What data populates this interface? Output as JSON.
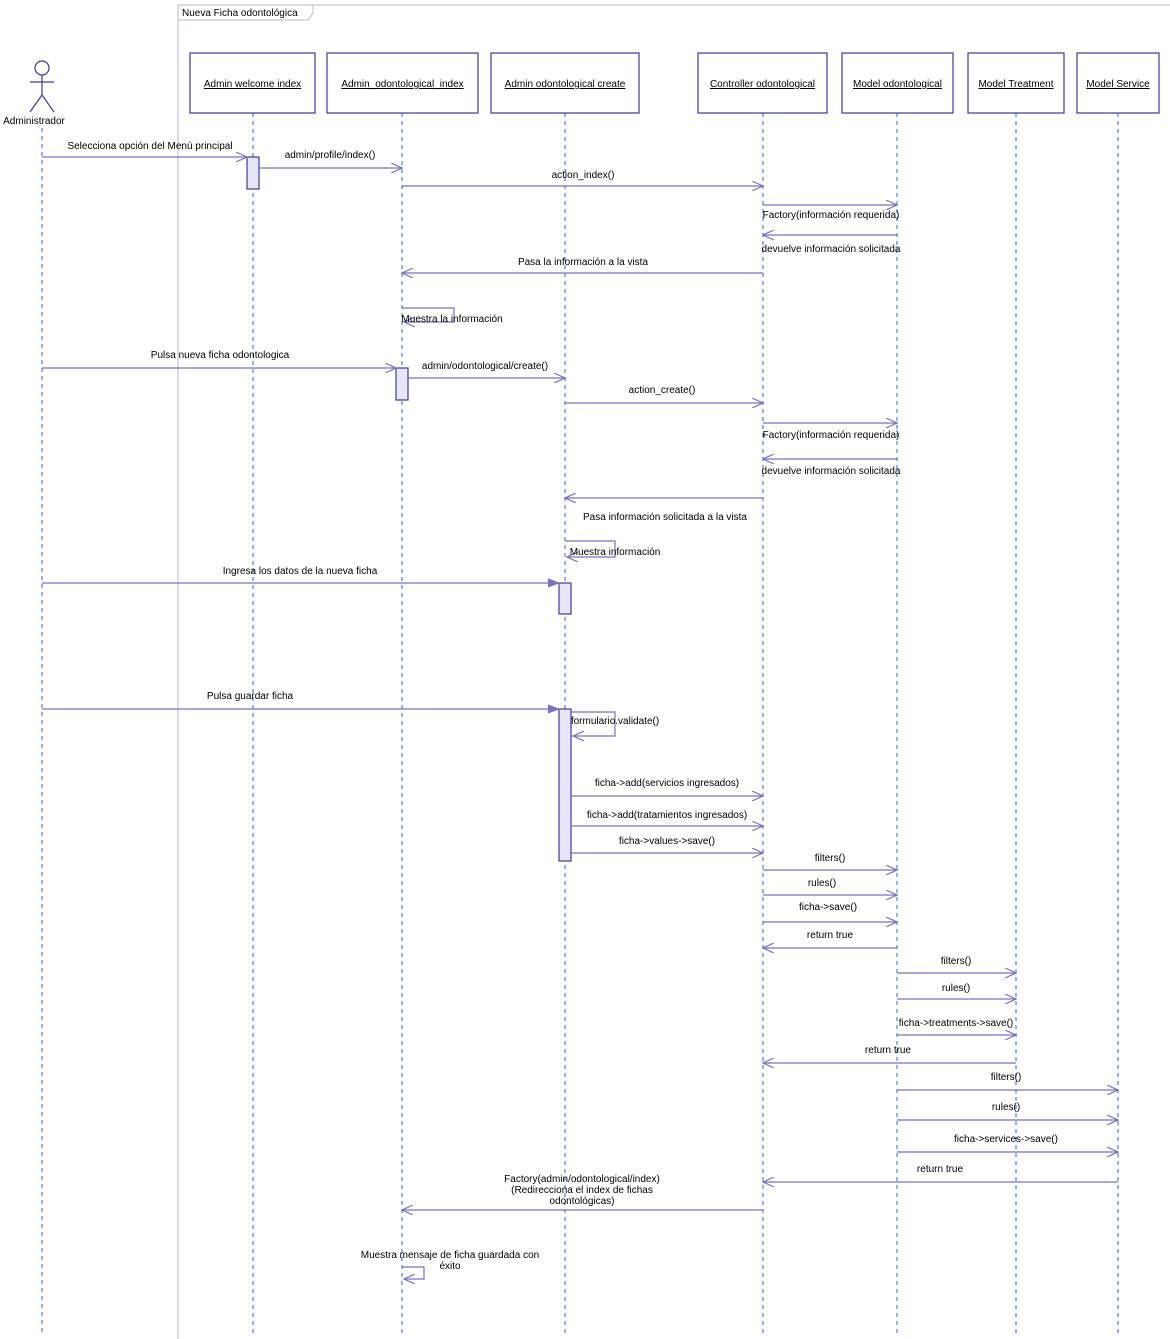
{
  "frame_title": "Nueva Ficha odontológica",
  "actor": {
    "name": "Administrador"
  },
  "lifelines": [
    {
      "id": "welcome",
      "label": "Admin welcome index"
    },
    {
      "id": "odoIndex",
      "label": "Admin_odontological_index"
    },
    {
      "id": "odoCreate",
      "label": "Admin odontological create"
    },
    {
      "id": "controller",
      "label": "Controller odontological"
    },
    {
      "id": "modelOdo",
      "label": "Model odontological"
    },
    {
      "id": "modelTreat",
      "label": "Model Treatment"
    },
    {
      "id": "modelServ",
      "label": "Model Service"
    }
  ],
  "messages": [
    {
      "from": "actor",
      "to": "welcome",
      "label": "Selecciona opción del Menú principal",
      "kind": "call"
    },
    {
      "from": "welcome",
      "to": "odoIndex",
      "label": "admin/profile/index()",
      "kind": "call"
    },
    {
      "from": "odoIndex",
      "to": "controller",
      "label": "action_index()",
      "kind": "call"
    },
    {
      "from": "controller",
      "to": "modelOdo",
      "label": "Factory(información requerida)",
      "kind": "call"
    },
    {
      "from": "modelOdo",
      "to": "controller",
      "label": "devuelve información solicitada",
      "kind": "return"
    },
    {
      "from": "controller",
      "to": "odoIndex",
      "label": "Pasa la información a la vista",
      "kind": "return"
    },
    {
      "from": "odoIndex",
      "to": "odoIndex",
      "label": "Muestra la información",
      "kind": "self"
    },
    {
      "from": "actor",
      "to": "odoIndex",
      "label": "Pulsa nueva ficha odontologica",
      "kind": "call"
    },
    {
      "from": "odoIndex",
      "to": "odoCreate",
      "label": "admin/odontological/create()",
      "kind": "call"
    },
    {
      "from": "odoCreate",
      "to": "controller",
      "label": "action_create()",
      "kind": "call"
    },
    {
      "from": "controller",
      "to": "modelOdo",
      "label": "Factory(información requerida)",
      "kind": "call"
    },
    {
      "from": "modelOdo",
      "to": "controller",
      "label": "devuelve información solicitada",
      "kind": "return"
    },
    {
      "from": "controller",
      "to": "odoCreate",
      "label": "Pasa información solicitada a la vista",
      "kind": "return"
    },
    {
      "from": "odoCreate",
      "to": "odoCreate",
      "label": "Muestra información",
      "kind": "self"
    },
    {
      "from": "actor",
      "to": "odoCreate",
      "label": "Ingresa los datos de la nueva ficha",
      "kind": "call"
    },
    {
      "from": "actor",
      "to": "odoCreate",
      "label": "Pulsa guardar ficha",
      "kind": "call"
    },
    {
      "from": "odoCreate",
      "to": "odoCreate",
      "label": "formulario.validate()",
      "kind": "self"
    },
    {
      "from": "odoCreate",
      "to": "controller",
      "label": "ficha->add(servicios ingresados)",
      "kind": "call"
    },
    {
      "from": "odoCreate",
      "to": "controller",
      "label": "ficha->add(tratamientos ingresados)",
      "kind": "call"
    },
    {
      "from": "odoCreate",
      "to": "controller",
      "label": "ficha->values->save()",
      "kind": "call"
    },
    {
      "from": "controller",
      "to": "modelOdo",
      "label": "filters()",
      "kind": "call"
    },
    {
      "from": "controller",
      "to": "modelOdo",
      "label": "rules()",
      "kind": "call"
    },
    {
      "from": "controller",
      "to": "modelOdo",
      "label": "ficha->save()",
      "kind": "call"
    },
    {
      "from": "modelOdo",
      "to": "controller",
      "label": "return true",
      "kind": "return"
    },
    {
      "from": "modelOdo",
      "to": "modelTreat",
      "label": "filters()",
      "kind": "call"
    },
    {
      "from": "modelOdo",
      "to": "modelTreat",
      "label": "rules()",
      "kind": "call"
    },
    {
      "from": "modelOdo",
      "to": "modelTreat",
      "label": "ficha->treatments->save()",
      "kind": "call"
    },
    {
      "from": "modelTreat",
      "to": "controller",
      "label": "return true",
      "kind": "return"
    },
    {
      "from": "modelOdo",
      "to": "modelServ",
      "label": "filters()",
      "kind": "call"
    },
    {
      "from": "modelOdo",
      "to": "modelServ",
      "label": "rules()",
      "kind": "call"
    },
    {
      "from": "modelOdo",
      "to": "modelServ",
      "label": "ficha->services->save()",
      "kind": "call"
    },
    {
      "from": "modelServ",
      "to": "controller",
      "label": "return true",
      "kind": "return"
    },
    {
      "from": "controller",
      "to": "odoIndex",
      "label": "Factory(admin/odontological/index)\n(Redirecciona el index de fichas\nodontológicas)",
      "kind": "return"
    },
    {
      "from": "odoIndex",
      "to": "odoIndex",
      "label": "Muestra mensaje de ficha guardada con\néxito",
      "kind": "self"
    }
  ]
}
